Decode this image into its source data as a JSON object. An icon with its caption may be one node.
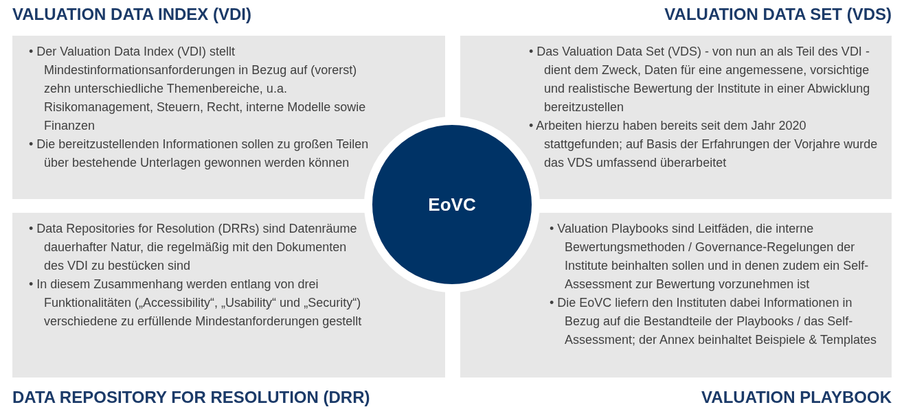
{
  "diagram": {
    "nodes": [
      {
        "text": [
          "VALUATION DATA INDEX (VDI)",
          "• Der Valuation Data Index (VDI) stellt Mindestinformationsanforderungen in Bezug auf (vorerst) zehn unterschiedliche Themenbereiche, u.a. Risikomanagement, Steuern, Recht, interne Modelle sowie Finanzen",
          "• Die bereitzustellenden Informationen sollen zu großen Teilen über bestehende Unterlagen gewonnen werden können"
        ]
      },
      {
        "text": [
          "VALUATION DATA SET (VDS)",
          "• Das Valuation Data Set (VDS) - von nun an als Teil des VDI - dient dem Zweck, Daten für eine angemessene, vorsichtige und realistische Bewertung der Institute in einer Abwicklung bereitzustellen",
          "• Arbeiten hierzu haben bereits seit dem Jahr 2020 stattgefunden; auf Basis der Erfahrungen der Vorjahre wurde das VDS umfassend überarbeitet"
        ]
      },
      {
        "text": [
          "EoVC"
        ]
      },
      {
        "text": [
          "• Data Repositories for Resolution (DRRs) sind Datenräume dauerhafter Natur, die regelmäßig mit den Dokumenten des VDI zu bestücken sind",
          "• In diesem Zusammenhang werden entlang von drei Funktionalitäten („Accessibility“, „Usability“ und „Security“) verschiedene zu erfüllende Mindestanforderungen gestellt",
          "DATA REPOSITORY FOR RESOLUTION (DRR)"
        ]
      },
      {
        "text": [
          "• Valuation Playbooks sind Leitfäden, die interne Bewertungsmethoden / Governance-Regelungen der Institute beinhalten sollen und in denen zudem ein Self-Assessment zur Bewertung vorzunehmen ist",
          "• Die EoVC liefern den Instituten dabei Informationen in Bezug auf die Bestandteile der Playbooks / das Self-Assessment; der Annex beinhaltet Beispiele & Templates",
          "VALUATION PLAYBOOK"
        ]
      }
    ],
    "edges": []
  }
}
